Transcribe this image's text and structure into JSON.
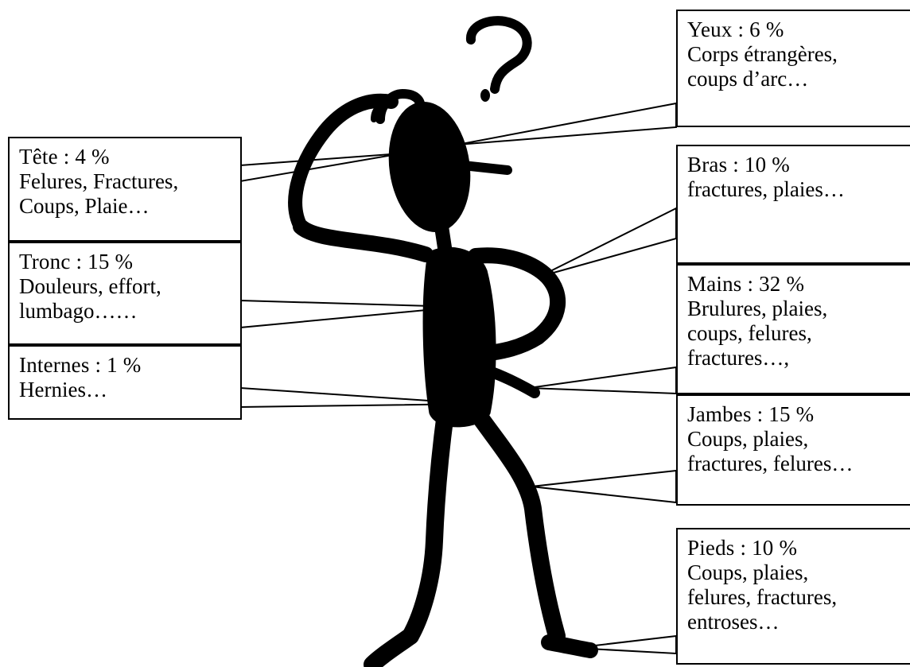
{
  "figure": {
    "icons": [
      "question-mark-icon",
      "thinking-figure-icon"
    ],
    "ink_color": "#000000",
    "paper_color": "#ffffff"
  },
  "callouts": {
    "yeux": {
      "title": "Yeux : 6 %",
      "lines": [
        "Corps étrangères,",
        "coups d’arc…"
      ]
    },
    "tete": {
      "title": "Tête : 4 %",
      "lines": [
        "Felures, Fractures,",
        "Coups, Plaie…"
      ]
    },
    "bras": {
      "title": "Bras : 10 %",
      "lines": [
        "fractures,  plaies…"
      ]
    },
    "tronc": {
      "title": "Tronc : 15 %",
      "lines": [
        "Douleurs, effort,",
        "lumbago……"
      ]
    },
    "mains": {
      "title": "Mains : 32 %",
      "lines": [
        "Brulures, plaies,",
        "coups, felures,",
        "fractures…,"
      ]
    },
    "internes": {
      "title": "Internes : 1 %",
      "lines": [
        "Hernies…"
      ]
    },
    "jambes": {
      "title": "Jambes : 15 %",
      "lines": [
        "Coups, plaies,",
        "fractures, felures…"
      ]
    },
    "pieds": {
      "title": "Pieds : 10 %",
      "lines": [
        "Coups, plaies,",
        "felures, fractures,",
        "entroses…"
      ]
    }
  }
}
